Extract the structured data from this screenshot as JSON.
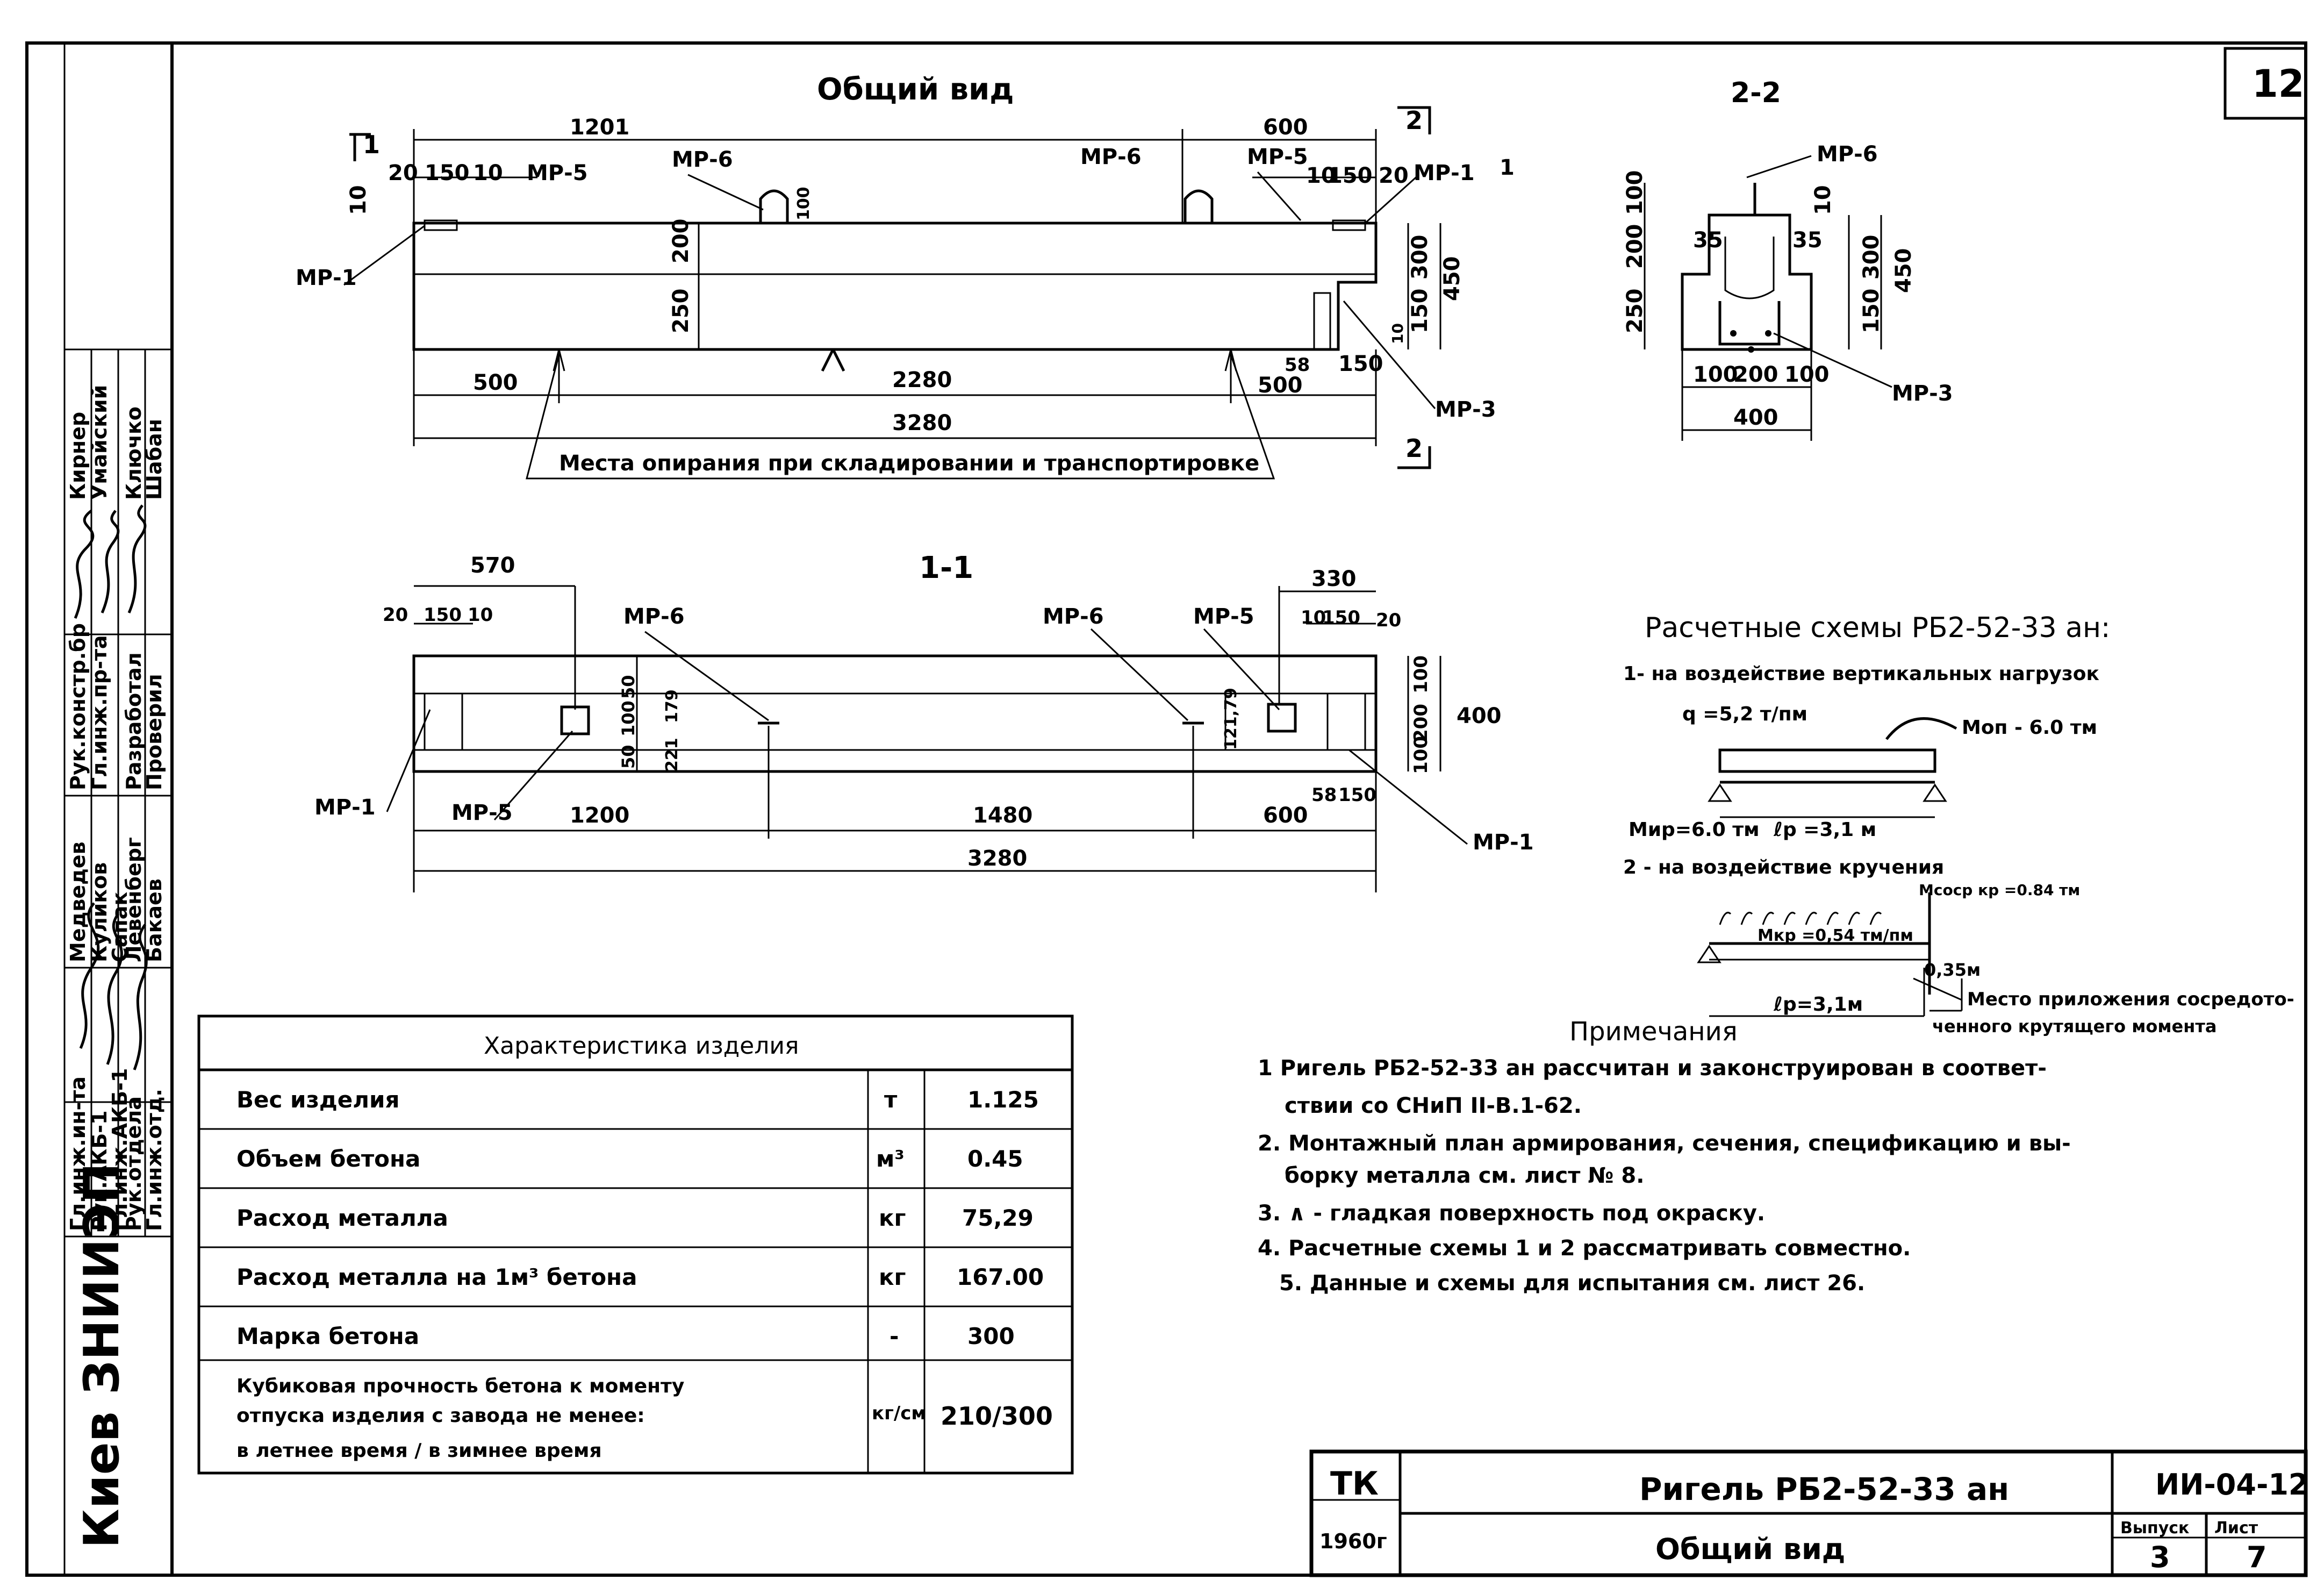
{
  "sheet_number": "12",
  "general_view": {
    "title": "Общий вид",
    "dims_top": [
      "1201",
      "600"
    ],
    "dims_small_left": [
      "20",
      "150",
      "10"
    ],
    "dims_small_right": [
      "10",
      "150",
      "20"
    ],
    "dims_vert": [
      "10",
      "200",
      "250",
      "100",
      "300",
      "150",
      "450",
      "10"
    ],
    "dims_bottom": [
      "500",
      "2280",
      "58",
      "500",
      "150",
      "3280"
    ],
    "section_marks": [
      "1",
      "1",
      "2",
      "2"
    ],
    "labels": [
      "МР-5",
      "МР-6",
      "МР-6",
      "МР-5",
      "МР-1",
      "МР-1",
      "МР-3"
    ],
    "support_note": "Места опирания при складировании и транспортировке"
  },
  "section_22": {
    "title": "2-2",
    "labels": [
      "МР-6",
      "МР-3"
    ],
    "dims_vert": [
      "100",
      "200",
      "250",
      "300",
      "450",
      "150"
    ],
    "dims_small": [
      "35",
      "35",
      "10"
    ],
    "dims_bottom": [
      "100",
      "200",
      "100",
      "400"
    ]
  },
  "section_11": {
    "title": "1-1",
    "dims_top": [
      "570",
      "330"
    ],
    "dims_small_left": [
      "20",
      "150",
      "10"
    ],
    "dims_small_right": [
      "10",
      "150",
      "20"
    ],
    "dims_vert": [
      "50",
      "100",
      "50",
      "179",
      "221",
      "121,79",
      "100",
      "200",
      "100",
      "400"
    ],
    "dims_bottom": [
      "1200",
      "1480",
      "600",
      "58",
      "150",
      "3280"
    ],
    "labels": [
      "МР-6",
      "МР-6",
      "МР-5",
      "МР-1",
      "МР-5",
      "МР-1"
    ]
  },
  "calc_schemes": {
    "title": "Расчетные схемы РБ2-52-33 ан:",
    "item1": "1- на воздействие вертикальных нагрузок",
    "q": "q =5,2 т/пм",
    "mop": "Моп - 6.0 тм",
    "mup": "Мир=6.0 тм",
    "lp1": "ℓр =3,1 м",
    "item2": "2 - на воздействие кручения",
    "mcoc": "Мсоср кр =0.84 тм",
    "mkp": "Мкр =0,54 тм/пм",
    "d035": "0,35м",
    "lp2": "ℓр=3,1м",
    "moment_note_1": "Место приложения сосредото-",
    "moment_note_2": "ченного крутящего момента"
  },
  "notes": {
    "title": "Примечания",
    "lines": [
      "1 Ригель РБ2-52-33 ан рассчитан и законструирован в соответ-",
      "ствии со СНиП II-В.1-62.",
      "2. Монтажный план армирования, сечения, спецификацию и вы-",
      "борку металла см. лист № 8.",
      "3. ∧ - гладкая поверхность под окраску.",
      "4. Расчетные схемы 1 и 2 рассматривать совместно.",
      "5. Данные и схемы для испытания см. лист  26."
    ]
  },
  "characteristics": {
    "title": "Характеристика изделия",
    "rows": [
      {
        "name": "Вес изделия",
        "unit": "т",
        "value": "1.125"
      },
      {
        "name": "Объем бетона",
        "unit": "м³",
        "value": "0.45"
      },
      {
        "name": "Расход металла",
        "unit": "кг",
        "value": "75,29"
      },
      {
        "name": "Расход металла на 1м³ бетона",
        "unit": "кг",
        "value": "167.00"
      },
      {
        "name": "Марка бетона",
        "unit": "-",
        "value": "300"
      },
      {
        "name": "Кубиковая прочность бетона к моменту отпуска изделия с завода не менее: в летнее время / в зимнее время",
        "unit": "кг/см",
        "value": "210/300"
      }
    ],
    "last_row_lines": [
      "Кубиковая прочность бетона к моменту",
      "отпуска изделия с завода не менее:",
      "в летнее время / в зимнее время"
    ]
  },
  "title_block": {
    "tk": "ТК",
    "year": "1960г",
    "name": "Ригель РБ2-52-33 ан",
    "subtitle": "Общий вид",
    "code": "ИИ-04-12",
    "vypusk_label": "Выпуск",
    "vypusk": "3",
    "list_label": "Лист",
    "list": "7"
  },
  "side_stamp": {
    "org": "Киев ЗНИИЭП",
    "positions": [
      "Гл.инж.ин-та",
      "Рук.АКБ-1",
      "Гл.инж.АКБ-1",
      "Рук.отдела",
      "Гл.инж.отд.",
      "Рук.констр.бр",
      "Гл.инж.пр-та",
      "Разработал",
      "Проверил"
    ],
    "names": [
      "Медведев",
      "Куликов",
      "Сапак",
      "Левенберг",
      "Бакаев",
      "Кирнер",
      "Умайский",
      "Ключко",
      "Шабан"
    ]
  }
}
